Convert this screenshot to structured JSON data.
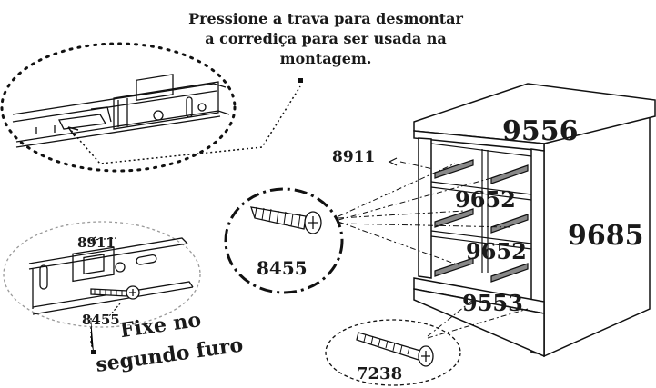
{
  "instruction": {
    "line1": "Pressione a trava para desmontar",
    "line2": "a corrediça para ser usada na",
    "line3": "montagem."
  },
  "parts": {
    "top_panel": "9556",
    "side_panel": "9685",
    "shelf_upper": "9652",
    "shelf_lower": "9652",
    "base_panel": "9553",
    "slide_rail": "8911",
    "screw_small": "8455",
    "screw_long": "7238"
  },
  "detail_slide": {
    "rail_label": "8911",
    "screw_label": "8455",
    "note_line1": "Fixe no",
    "note_line2": "segundo furo"
  }
}
